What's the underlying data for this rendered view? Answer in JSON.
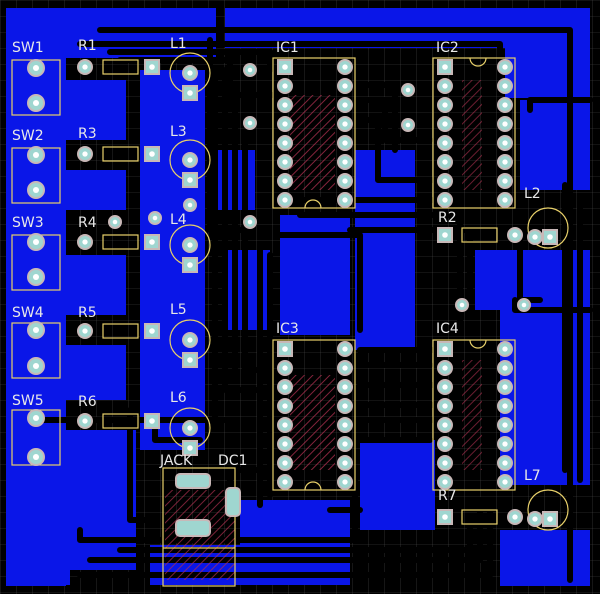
{
  "board": {
    "colors": {
      "background": "#000000",
      "copper": "#0a16e8",
      "trace": "#000000",
      "silkscreen": "#e8d06a",
      "outline": "#ffe08a",
      "grid": "#505050",
      "pad": "#9fd6d0",
      "pad_ring": "#c8b8b8",
      "keepout": "#b03050",
      "label": "#e8e8e8"
    },
    "labels": {
      "sw1": "SW1",
      "sw2": "SW2",
      "sw3": "SW3",
      "sw4": "SW4",
      "sw5": "SW5",
      "r1": "R1",
      "r2": "R2",
      "r3": "R3",
      "r4": "R4",
      "r5": "R5",
      "r6": "R6",
      "r7": "R7",
      "l1": "L1",
      "l2": "L2",
      "l3": "L3",
      "l4": "L4",
      "l5": "L5",
      "l6": "L6",
      "l7": "L7",
      "ic1": "IC1",
      "ic2": "IC2",
      "ic3": "IC3",
      "ic4": "IC4",
      "jack": "JACK",
      "dc1": "DC1"
    }
  }
}
